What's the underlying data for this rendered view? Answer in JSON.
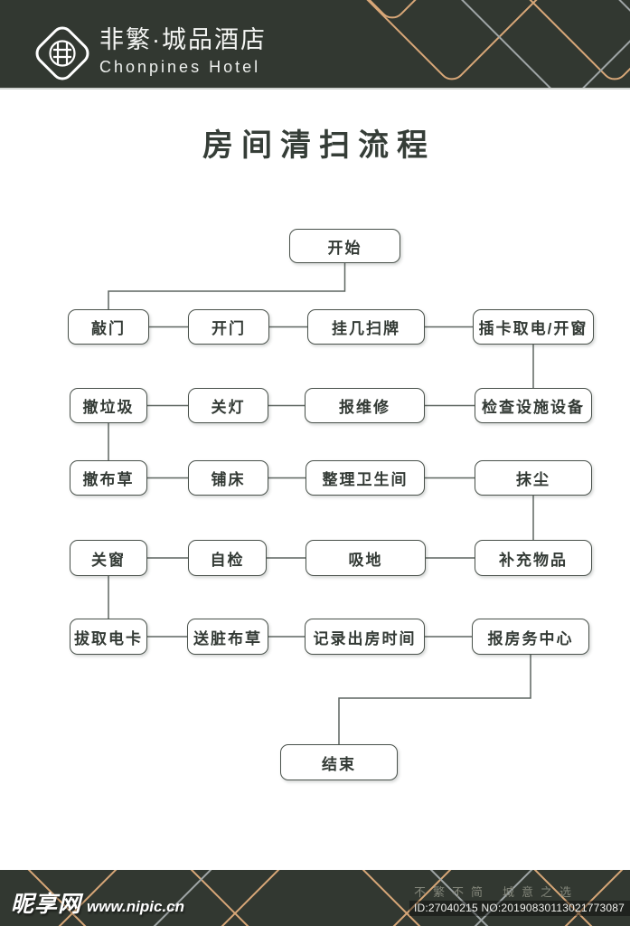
{
  "header": {
    "brand_cn": "非繁·城品酒店",
    "brand_en": "Chonpines Hotel"
  },
  "title": "房间清扫流程",
  "flow": {
    "nodes": [
      {
        "label": "开始"
      },
      {
        "label": "敲门"
      },
      {
        "label": "开门"
      },
      {
        "label": "挂几扫牌"
      },
      {
        "label": "插卡取电/开窗"
      },
      {
        "label": "撤垃圾"
      },
      {
        "label": "关灯"
      },
      {
        "label": "报维修"
      },
      {
        "label": "检查设施设备"
      },
      {
        "label": "撤布草"
      },
      {
        "label": "铺床"
      },
      {
        "label": "整理卫生间"
      },
      {
        "label": "抹尘"
      },
      {
        "label": "关窗"
      },
      {
        "label": "自检"
      },
      {
        "label": "吸地"
      },
      {
        "label": "补充物品"
      },
      {
        "label": "拔取电卡"
      },
      {
        "label": "送脏布草"
      },
      {
        "label": "记录出房时间"
      },
      {
        "label": "报房务中心"
      },
      {
        "label": "结束"
      }
    ]
  },
  "footer": {
    "tagline_left": "不繁不简",
    "tagline_right": "城意之选",
    "id_text": "ID:27040215 NO:20190830113021773087"
  },
  "watermark": {
    "site_name": "昵享网",
    "site_url": "www.nipic.cn"
  },
  "colors": {
    "header_bg": "#323831",
    "accent_tan": "#d8a778",
    "accent_gray": "#9fa5a6",
    "box_border": "#49514b",
    "connector": "#5d6560",
    "text_dark": "#333a35"
  }
}
